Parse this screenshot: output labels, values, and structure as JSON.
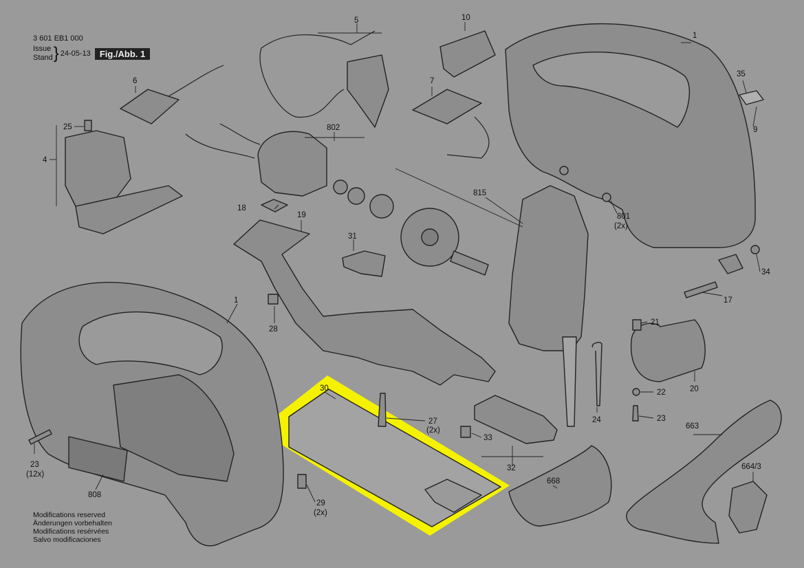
{
  "header": {
    "doc_number": "3 601 EB1 000",
    "issue_label": "Issue",
    "stand_label": "Stand",
    "date": "24-05-13",
    "figure": "Fig./Abb. 1"
  },
  "footer": {
    "lines": [
      "Modifications reserved",
      "Änderungen vorbehalten",
      "Modifications resérvées",
      "Salvo modificaciones"
    ]
  },
  "colors": {
    "background": "#9a9a9a",
    "highlight": "#f5f200",
    "outline": "#222222"
  },
  "callouts": {
    "c1a": "1",
    "c1b": "1",
    "c4": "4",
    "c5": "5",
    "c6": "6",
    "c7": "7",
    "c9": "9",
    "c10": "10",
    "c17": "17",
    "c18": "18",
    "c19": "19",
    "c20": "20",
    "c21": "21",
    "c22": "22",
    "c23a": "23",
    "c23a_qty": "(12x)",
    "c23b": "23",
    "c24": "24",
    "c25": "25",
    "c27": "27",
    "c27_qty": "(2x)",
    "c28": "28",
    "c29": "29",
    "c29_qty": "(2x)",
    "c30": "30",
    "c31": "31",
    "c32": "32",
    "c33": "33",
    "c34": "34",
    "c35": "35",
    "c663": "663",
    "c664": "664/3",
    "c668": "668",
    "c801": "801",
    "c801_qty": "(2x)",
    "c802": "802",
    "c808": "808",
    "c815": "815"
  }
}
